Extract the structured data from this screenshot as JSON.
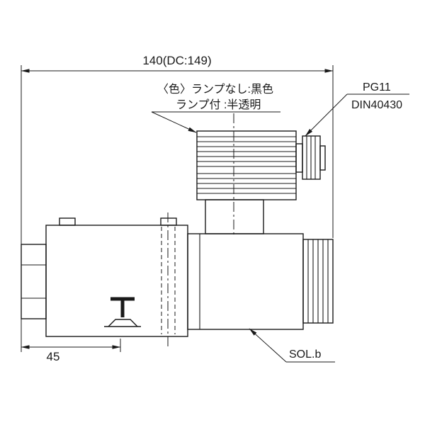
{
  "page": {
    "background": "#ffffff",
    "line_color": "#1a1a1a"
  },
  "dimensions": {
    "overall_length": "140(DC:149)",
    "port_offset": "45"
  },
  "annotations": {
    "color_note_line1": "〈色〉ランプなし:黒色",
    "color_note_line2": "ランプ付 :半透明",
    "gland_standard_line1": "PG11",
    "gland_standard_line2": "DIN40430",
    "solenoid_label": "SOL.b"
  }
}
